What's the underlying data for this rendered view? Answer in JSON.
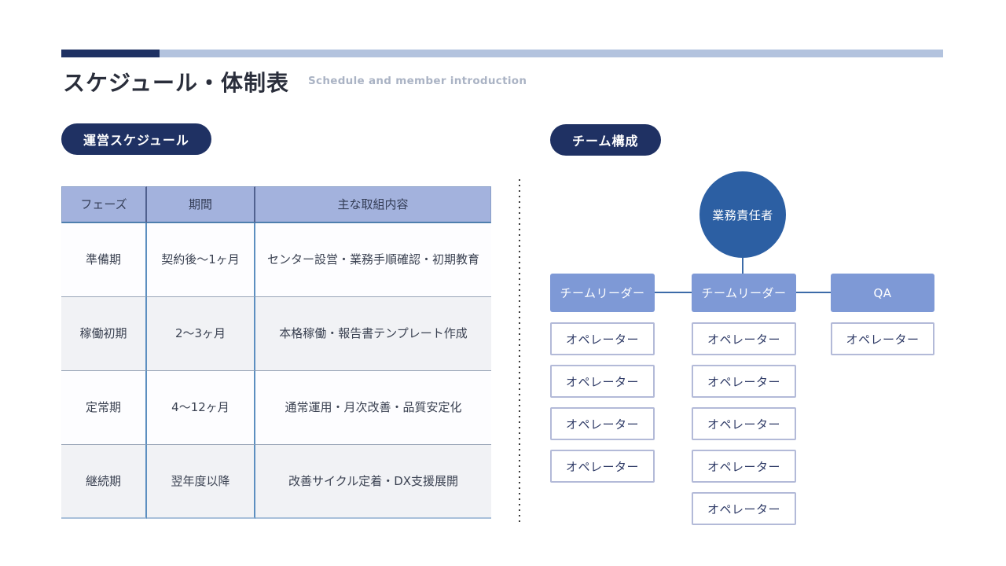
{
  "page": {
    "title": "スケジュール・体制表",
    "subtitle": "Schedule and member introduction"
  },
  "colors": {
    "accent_dark_navy": "#1f3163",
    "accent_light_blue": "#b3c3de",
    "table_header_bg": "#a3b2dd",
    "leader_box_bg": "#7e99d6",
    "root_circle_bg": "#2c5fa3",
    "connector_line": "#3c6ba8",
    "operator_border": "#b3bad8",
    "operator_text": "#2e3a66"
  },
  "schedule": {
    "badge_label": "運営スケジュール",
    "table": {
      "headers": [
        "フェーズ",
        "期間",
        "主な取組内容"
      ],
      "rows": [
        [
          "準備期",
          "契約後〜1ヶ月",
          "センター設営・業務手順確認・初期教育"
        ],
        [
          "稼働初期",
          "2〜3ヶ月",
          "本格稼働・報告書テンプレート作成"
        ],
        [
          "定常期",
          "4〜12ヶ月",
          "通常運用・月次改善・品質安定化"
        ],
        [
          "継続期",
          "翌年度以降",
          "改善サイクル定着・DX支援展開"
        ]
      ]
    }
  },
  "team": {
    "badge_label": "チーム構成",
    "root_label": "業務責任者",
    "columns": [
      {
        "leader": "チームリーダー",
        "operators": [
          "オペレーター",
          "オペレーター",
          "オペレーター",
          "オペレーター"
        ]
      },
      {
        "leader": "チームリーダー",
        "operators": [
          "オペレーター",
          "オペレーター",
          "オペレーター",
          "オペレーター",
          "オペレーター"
        ]
      },
      {
        "leader": "QA",
        "operators": [
          "オペレーター"
        ]
      }
    ]
  }
}
